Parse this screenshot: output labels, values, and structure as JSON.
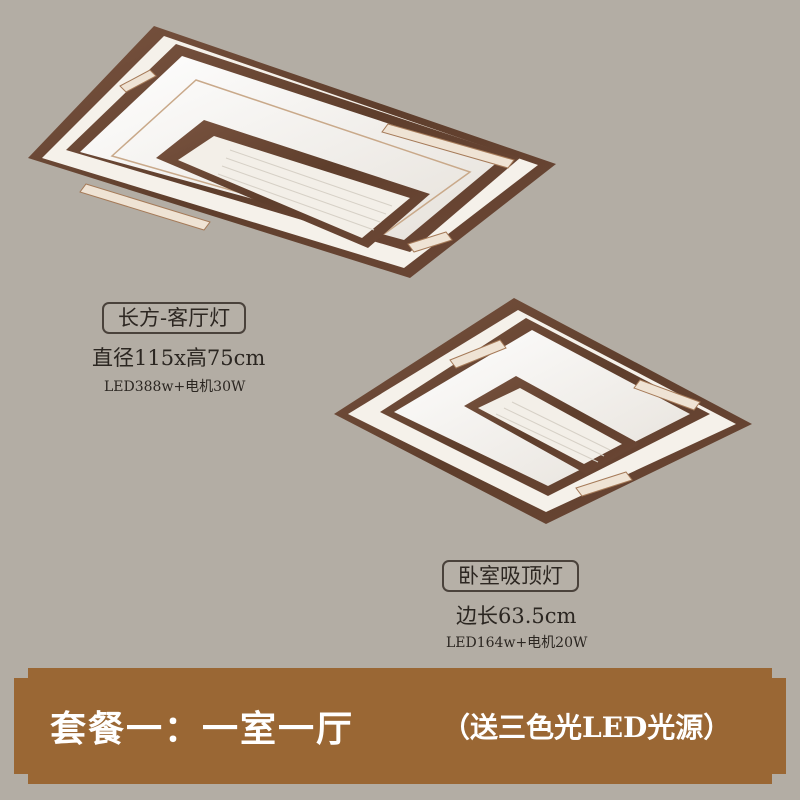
{
  "products": [
    {
      "name": "长方-客厅灯",
      "size": "直径115x高75cm",
      "spec": "LED388w+电机30W",
      "icon": "rectangular-ceiling-lamp-icon"
    },
    {
      "name": "卧室吸顶灯",
      "size": "边长63.5cm",
      "spec": "LED164w+电机20W",
      "icon": "square-ceiling-lamp-icon"
    }
  ],
  "banner": {
    "title": "套餐一：一室一厅",
    "note": "（送三色光LED光源）"
  },
  "colors": {
    "background": "#b3ada4",
    "wood": "#6e4a35",
    "banner": "#9a6734",
    "frame_light": "#f5f1ea"
  }
}
